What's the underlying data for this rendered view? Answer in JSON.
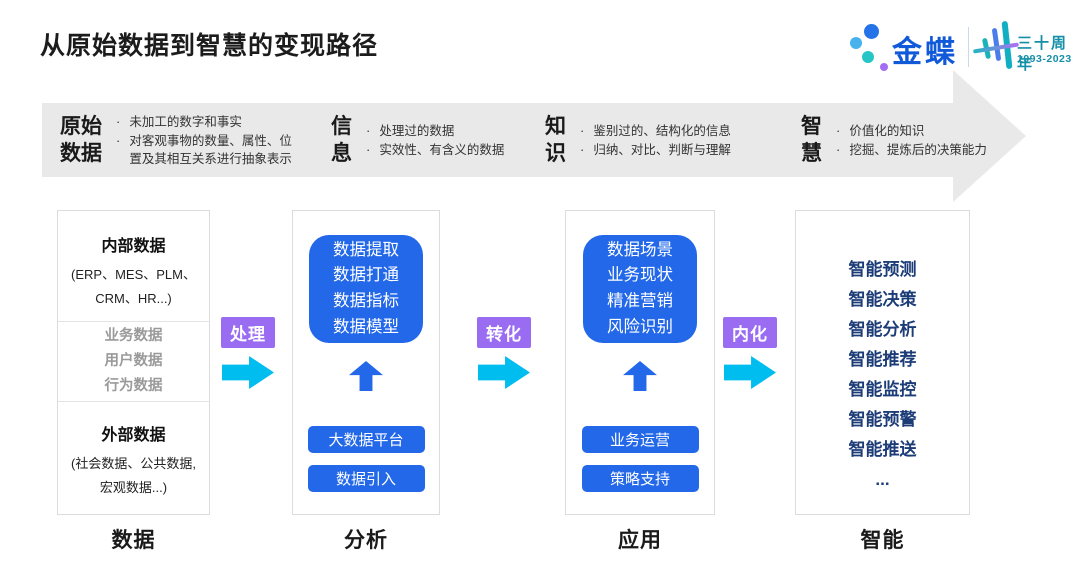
{
  "title": "从原始数据到智慧的变现路径",
  "logo": {
    "brand": "金蝶",
    "anniversary": "三十周年",
    "years": "1993-2023"
  },
  "banner": {
    "stages": [
      {
        "name": "原始\n数据",
        "points": [
          "未加工的数字和事实",
          "对客观事物的数量、属性、位置及其相互关系进行抽象表示"
        ]
      },
      {
        "name": "信\n息",
        "points": [
          "处理过的数据",
          "实效性、有含义的数据"
        ]
      },
      {
        "name": "知\n识",
        "points": [
          "鉴别过的、结构化的信息",
          "归纳、对比、判断与理解"
        ]
      },
      {
        "name": "智\n慧",
        "points": [
          "价值化的知识",
          "挖掘、提炼后的决策能力"
        ]
      }
    ]
  },
  "connectors": [
    {
      "label": "处理"
    },
    {
      "label": "转化"
    },
    {
      "label": "内化"
    }
  ],
  "data_column": {
    "internal": {
      "heading": "内部数据",
      "detail": "(ERP、MES、PLM、\nCRM、HR...)"
    },
    "middle_items": [
      "业务数据",
      "用户数据",
      "行为数据"
    ],
    "external": {
      "heading": "外部数据",
      "detail": "(社会数据、公共数据,\n宏观数据...)"
    }
  },
  "analysis_column": {
    "main": "数据提取\n数据打通\n数据指标\n数据模型",
    "buttons": [
      "大数据平台",
      "数据引入"
    ]
  },
  "application_column": {
    "main": "数据场景\n业务现状\n精准营销\n风险识别",
    "buttons": [
      "业务运营",
      "策略支持"
    ]
  },
  "intelligence_column": {
    "items": [
      "智能预测",
      "智能决策",
      "智能分析",
      "智能推荐",
      "智能监控",
      "智能预警",
      "智能推送",
      "..."
    ]
  },
  "footer_labels": [
    "数据",
    "分析",
    "应用",
    "智能"
  ],
  "bullet_glyph": "·",
  "colors": {
    "accent_blue": "#2368e8",
    "navy_text": "#1c3c78",
    "purple_label": "#9a6cf2",
    "cyan_arrow": "#00bdf0",
    "banner_gray": "#e9e9e9",
    "brand_blue": "#1059d9",
    "teal": "#1690a8"
  }
}
